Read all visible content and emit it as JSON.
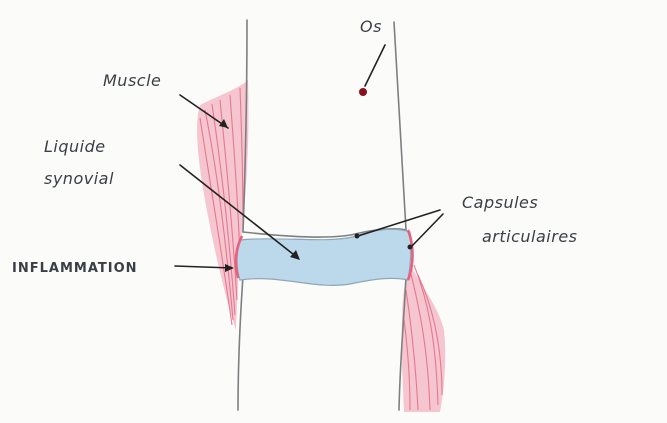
{
  "labels": {
    "bone": "Os",
    "muscle": "Muscle",
    "synovial_fluid_line1": "Liquide",
    "synovial_fluid_line2": "synovial",
    "capsule_line1": "Capsules",
    "capsule_line2": "articulaires",
    "inflammation": "INFLAMMATION"
  },
  "colors": {
    "background": "#fbfbf9",
    "bone_outline": "#7d7f82",
    "synovial_fluid": "#bcd9ec",
    "muscle": "#ee9bab",
    "capsule": "#e8607d",
    "arrow": "#222222",
    "text": "#3a3f46"
  }
}
